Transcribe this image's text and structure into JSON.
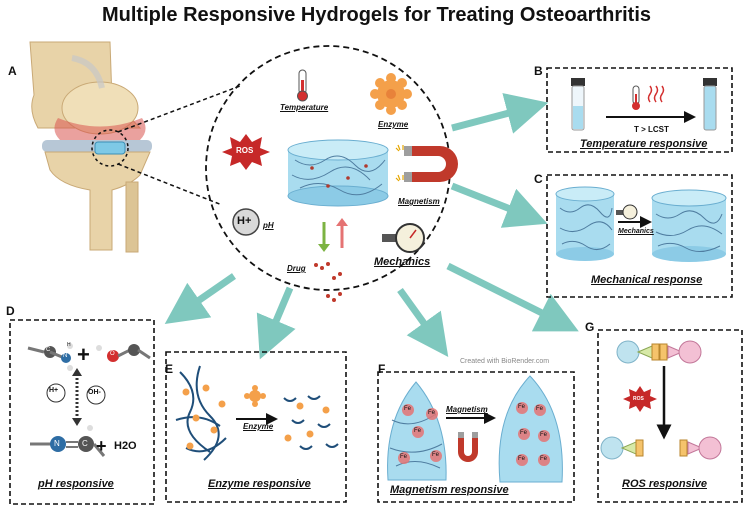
{
  "title": "Multiple Responsive Hydrogels for Treating Osteoarthritis",
  "panels": {
    "A": {
      "letter": "A"
    },
    "B": {
      "letter": "B",
      "condition": "T > LCST",
      "caption": "Temperature responsive"
    },
    "C": {
      "letter": "C",
      "stimulus": "Mechanics",
      "caption": "Mechanical response"
    },
    "D": {
      "letter": "D",
      "h_plus": "H+",
      "oh_minus": "OH-",
      "water": "H2O",
      "atom_c": "C",
      "atom_n": "N",
      "atom_o": "O",
      "atom_h": "H",
      "caption": "pH responsive"
    },
    "E": {
      "letter": "E",
      "stimulus": "Enzyme",
      "caption": "Enzyme responsive"
    },
    "F": {
      "letter": "F",
      "stimulus": "Magnetism",
      "fe": "Fe",
      "caption": "Magnetism responsive"
    },
    "G": {
      "letter": "G",
      "stimulus": "ROS",
      "caption": "ROS responsive"
    }
  },
  "center": {
    "temperature": "Temperature",
    "enzyme": "Enzyme",
    "ros": "ROS",
    "magnetism": "Magnetism",
    "ph_symbol": "H+",
    "ph": "pH",
    "drug": "Drug",
    "mechanics": "Mechanics"
  },
  "credit": "Created with BioRender.com",
  "colors": {
    "arrow": "#7fc8be",
    "hydrogel": "#a9dcef",
    "ros": "#c62828",
    "enzyme": "#f4a04a",
    "magnet": "#c0392b"
  }
}
